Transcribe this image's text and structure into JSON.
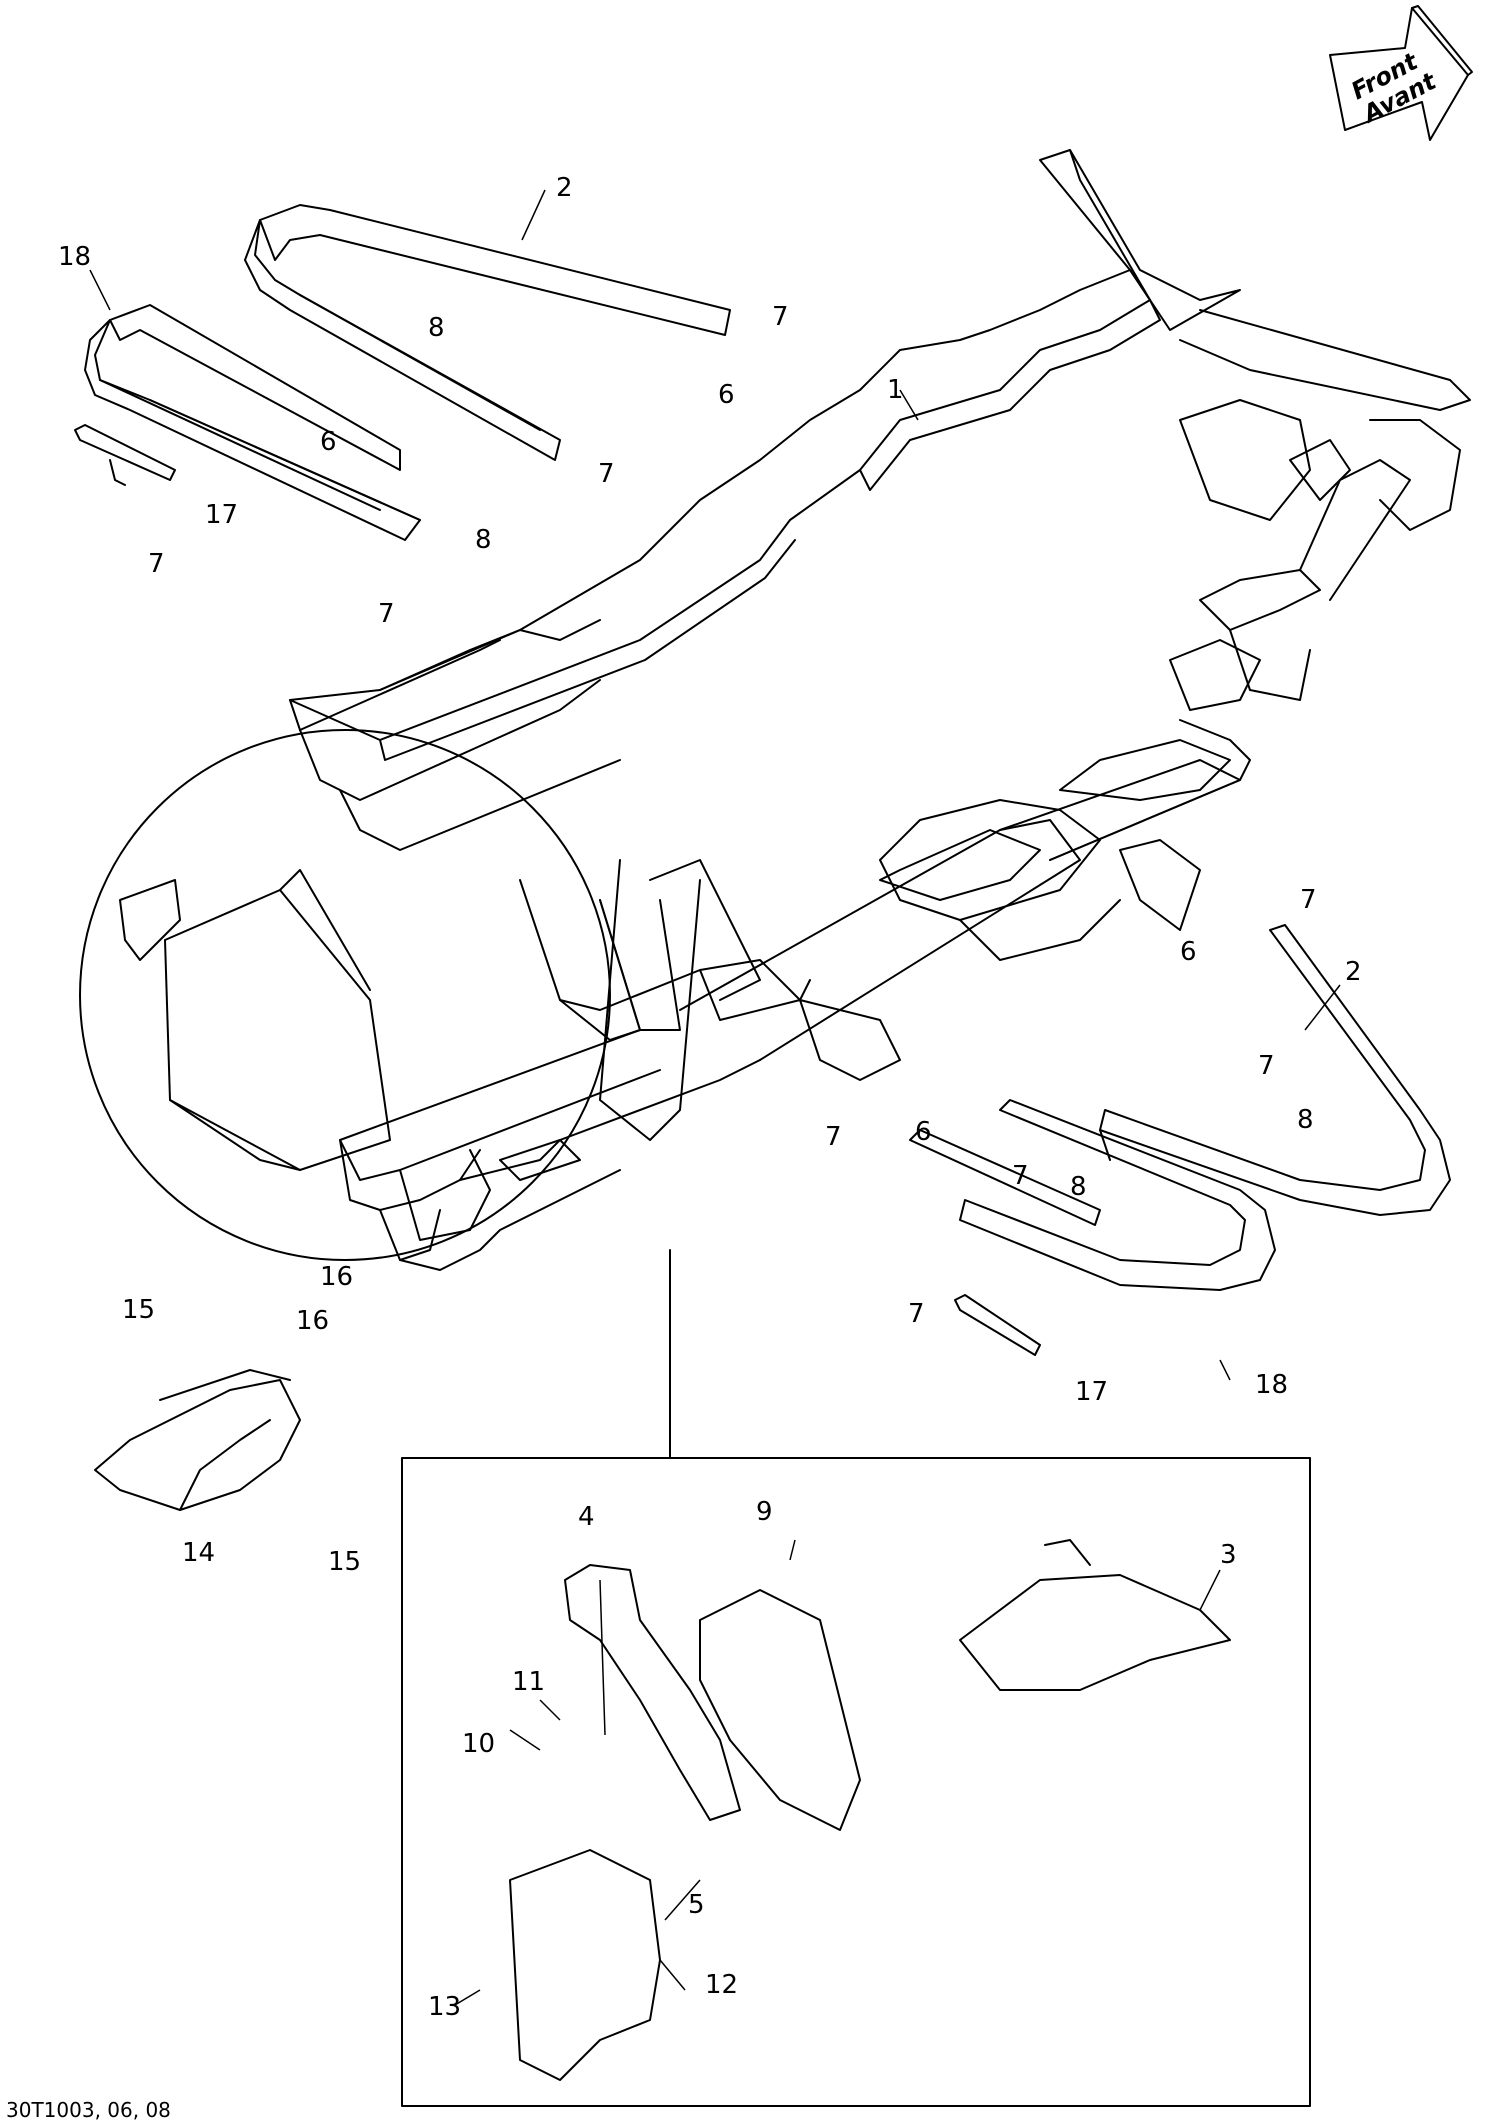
{
  "front_arrow": {
    "line1": "Front",
    "line2": "Avant"
  },
  "callouts": {
    "c1": "1",
    "c2a": "2",
    "c2b": "2",
    "c3": "3",
    "c4": "4",
    "c5": "5",
    "c6a": "6",
    "c6b": "6",
    "c6c": "6",
    "c6d": "6",
    "c7a": "7",
    "c7b": "7",
    "c7c": "7",
    "c7d": "7",
    "c7e": "7",
    "c7f": "7",
    "c7g": "7",
    "c7h": "7",
    "c7i": "7",
    "c8a": "8",
    "c8b": "8",
    "c8c": "8",
    "c8d": "8",
    "c9": "9",
    "c10": "10",
    "c11": "11",
    "c12": "12",
    "c13": "13",
    "c14": "14",
    "c15a": "15",
    "c15b": "15",
    "c16a": "16",
    "c16b": "16",
    "c17a": "17",
    "c17b": "17",
    "c18a": "18",
    "c18b": "18"
  },
  "document_code": "30T1003, 06, 08",
  "colors": {
    "line": "#000000",
    "background": "#ffffff"
  }
}
